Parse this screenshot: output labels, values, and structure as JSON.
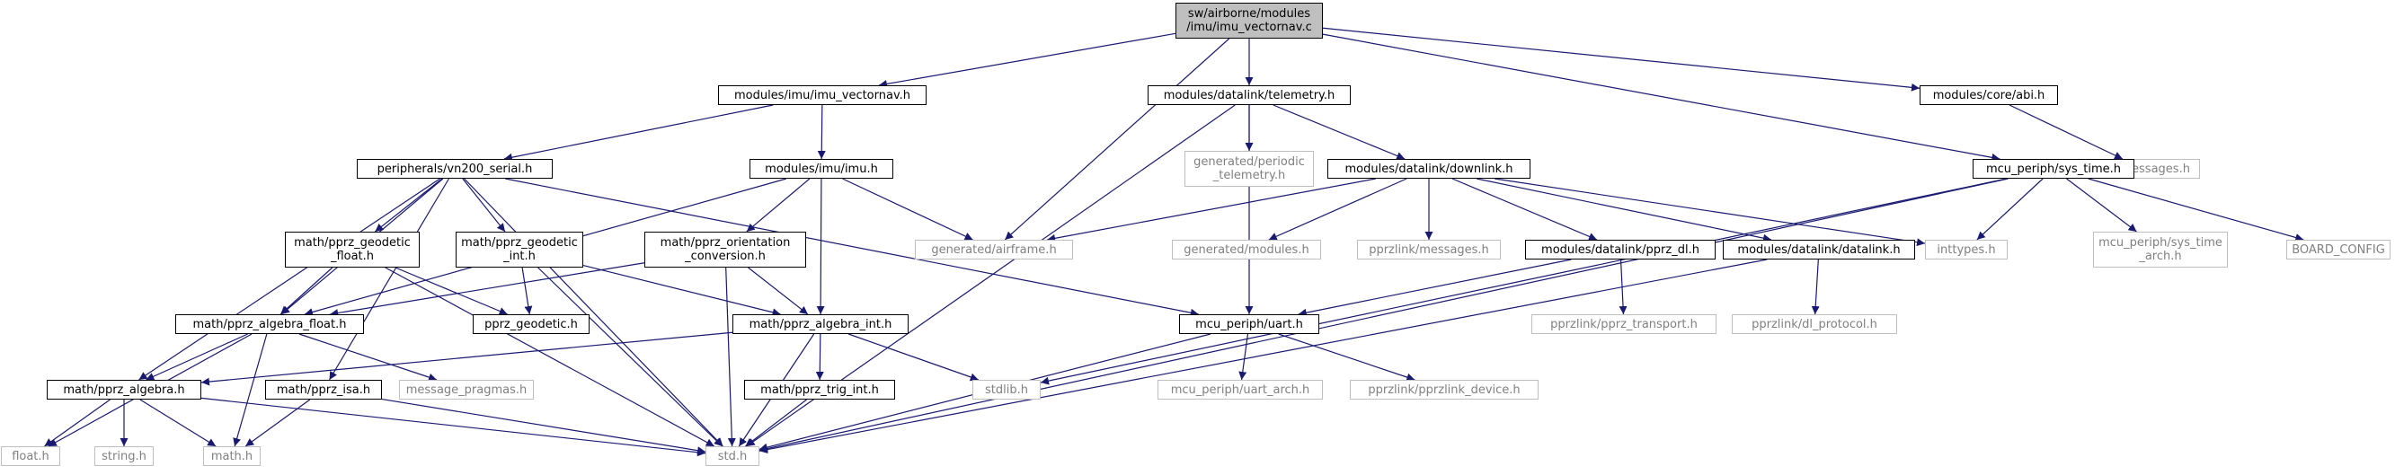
{
  "graph": {
    "edge_color": "#191970",
    "nodes": [
      {
        "id": "root",
        "label": "sw/airborne/modules\n/imu/imu_vectornav.c",
        "style": "root"
      },
      {
        "id": "imu_vn_h",
        "label": "modules/imu/imu_vectornav.h",
        "style": "normal"
      },
      {
        "id": "telemetry_h",
        "label": "modules/datalink/telemetry.h",
        "style": "normal"
      },
      {
        "id": "abi_h",
        "label": "modules/core/abi.h",
        "style": "normal"
      },
      {
        "id": "vn200_h",
        "label": "peripherals/vn200_serial.h",
        "style": "normal"
      },
      {
        "id": "imu_h",
        "label": "modules/imu/imu.h",
        "style": "normal"
      },
      {
        "id": "periodic_h",
        "label": "generated/periodic\n_telemetry.h",
        "style": "dim"
      },
      {
        "id": "downlink_h",
        "label": "modules/datalink/downlink.h",
        "style": "normal"
      },
      {
        "id": "abi_msgs_h",
        "label": "abi_messages.h",
        "style": "dim"
      },
      {
        "id": "systime_h",
        "label": "mcu_periph/sys_time.h",
        "style": "normal"
      },
      {
        "id": "geo_float_h",
        "label": "math/pprz_geodetic\n_float.h",
        "style": "normal"
      },
      {
        "id": "geo_int_h",
        "label": "math/pprz_geodetic\n_int.h",
        "style": "normal"
      },
      {
        "id": "orient_h",
        "label": "math/pprz_orientation\n_conversion.h",
        "style": "normal"
      },
      {
        "id": "airframe_h",
        "label": "generated/airframe.h",
        "style": "dim"
      },
      {
        "id": "modules_gen_h",
        "label": "generated/modules.h",
        "style": "dim"
      },
      {
        "id": "messages_h",
        "label": "pprzlink/messages.h",
        "style": "dim"
      },
      {
        "id": "pprz_dl_h",
        "label": "modules/datalink/pprz_dl.h",
        "style": "normal"
      },
      {
        "id": "datalink_h",
        "label": "modules/datalink/datalink.h",
        "style": "normal"
      },
      {
        "id": "inttypes_h",
        "label": "inttypes.h",
        "style": "dim"
      },
      {
        "id": "systime_arch_h",
        "label": "mcu_periph/sys_time\n_arch.h",
        "style": "dim"
      },
      {
        "id": "board_config",
        "label": "BOARD_CONFIG",
        "style": "dim"
      },
      {
        "id": "alg_float_h",
        "label": "math/pprz_algebra_float.h",
        "style": "normal"
      },
      {
        "id": "geodetic_h",
        "label": "pprz_geodetic.h",
        "style": "normal"
      },
      {
        "id": "alg_int_h",
        "label": "math/pprz_algebra_int.h",
        "style": "normal"
      },
      {
        "id": "uart_h",
        "label": "mcu_periph/uart.h",
        "style": "normal"
      },
      {
        "id": "transport_h",
        "label": "pprzlink/pprz_transport.h",
        "style": "dim"
      },
      {
        "id": "dl_protocol_h",
        "label": "pprzlink/dl_protocol.h",
        "style": "dim"
      },
      {
        "id": "algebra_h",
        "label": "math/pprz_algebra.h",
        "style": "normal"
      },
      {
        "id": "isa_h",
        "label": "math/pprz_isa.h",
        "style": "normal"
      },
      {
        "id": "msg_pragmas_h",
        "label": "message_pragmas.h",
        "style": "dim"
      },
      {
        "id": "stdlib_h",
        "label": "stdlib.h",
        "style": "dim"
      },
      {
        "id": "trig_int_h",
        "label": "math/pprz_trig_int.h",
        "style": "normal"
      },
      {
        "id": "uart_arch_h",
        "label": "mcu_periph/uart_arch.h",
        "style": "dim"
      },
      {
        "id": "pprzlink_dev_h",
        "label": "pprzlink/pprzlink_device.h",
        "style": "dim"
      },
      {
        "id": "float_h",
        "label": "float.h",
        "style": "dim"
      },
      {
        "id": "string_h",
        "label": "string.h",
        "style": "dim"
      },
      {
        "id": "math_h",
        "label": "math.h",
        "style": "dim"
      },
      {
        "id": "std_h",
        "label": "std.h",
        "style": "dim"
      }
    ],
    "edges": [
      [
        "root",
        "imu_vn_h"
      ],
      [
        "root",
        "telemetry_h"
      ],
      [
        "root",
        "abi_h"
      ],
      [
        "root",
        "airframe_h"
      ],
      [
        "root",
        "systime_h"
      ],
      [
        "imu_vn_h",
        "vn200_h"
      ],
      [
        "imu_vn_h",
        "imu_h"
      ],
      [
        "vn200_h",
        "geo_float_h"
      ],
      [
        "vn200_h",
        "geo_int_h"
      ],
      [
        "vn200_h",
        "alg_float_h"
      ],
      [
        "vn200_h",
        "algebra_h"
      ],
      [
        "vn200_h",
        "isa_h"
      ],
      [
        "vn200_h",
        "std_h"
      ],
      [
        "vn200_h",
        "uart_h"
      ],
      [
        "imu_h",
        "alg_float_h"
      ],
      [
        "imu_h",
        "orient_h"
      ],
      [
        "imu_h",
        "alg_int_h"
      ],
      [
        "imu_h",
        "airframe_h"
      ],
      [
        "telemetry_h",
        "periodic_h"
      ],
      [
        "telemetry_h",
        "downlink_h"
      ],
      [
        "telemetry_h",
        "std_h"
      ],
      [
        "telemetry_h",
        "uart_h"
      ],
      [
        "abi_h",
        "abi_msgs_h"
      ],
      [
        "downlink_h",
        "airframe_h"
      ],
      [
        "downlink_h",
        "modules_gen_h"
      ],
      [
        "downlink_h",
        "messages_h"
      ],
      [
        "downlink_h",
        "pprz_dl_h"
      ],
      [
        "downlink_h",
        "datalink_h"
      ],
      [
        "downlink_h",
        "inttypes_h"
      ],
      [
        "systime_h",
        "inttypes_h"
      ],
      [
        "systime_h",
        "systime_arch_h"
      ],
      [
        "systime_h",
        "board_config"
      ],
      [
        "systime_h",
        "std_h"
      ],
      [
        "systime_h",
        "stdlib_h"
      ],
      [
        "geo_float_h",
        "alg_float_h"
      ],
      [
        "geo_float_h",
        "geodetic_h"
      ],
      [
        "geo_float_h",
        "std_h"
      ],
      [
        "geo_int_h",
        "geodetic_h"
      ],
      [
        "geo_int_h",
        "alg_int_h"
      ],
      [
        "geo_int_h",
        "std_h"
      ],
      [
        "orient_h",
        "alg_float_h"
      ],
      [
        "orient_h",
        "alg_int_h"
      ],
      [
        "orient_h",
        "std_h"
      ],
      [
        "pprz_dl_h",
        "uart_h"
      ],
      [
        "pprz_dl_h",
        "transport_h"
      ],
      [
        "datalink_h",
        "dl_protocol_h"
      ],
      [
        "datalink_h",
        "std_h"
      ],
      [
        "alg_float_h",
        "algebra_h"
      ],
      [
        "alg_float_h",
        "msg_pragmas_h"
      ],
      [
        "alg_float_h",
        "float_h"
      ],
      [
        "alg_float_h",
        "math_h"
      ],
      [
        "alg_int_h",
        "algebra_h"
      ],
      [
        "alg_int_h",
        "stdlib_h"
      ],
      [
        "alg_int_h",
        "trig_int_h"
      ],
      [
        "alg_int_h",
        "std_h"
      ],
      [
        "uart_h",
        "uart_arch_h"
      ],
      [
        "uart_h",
        "pprzlink_dev_h"
      ],
      [
        "uart_h",
        "std_h"
      ],
      [
        "algebra_h",
        "float_h"
      ],
      [
        "algebra_h",
        "string_h"
      ],
      [
        "algebra_h",
        "math_h"
      ],
      [
        "algebra_h",
        "std_h"
      ],
      [
        "isa_h",
        "math_h"
      ],
      [
        "isa_h",
        "std_h"
      ],
      [
        "trig_int_h",
        "std_h"
      ]
    ]
  }
}
